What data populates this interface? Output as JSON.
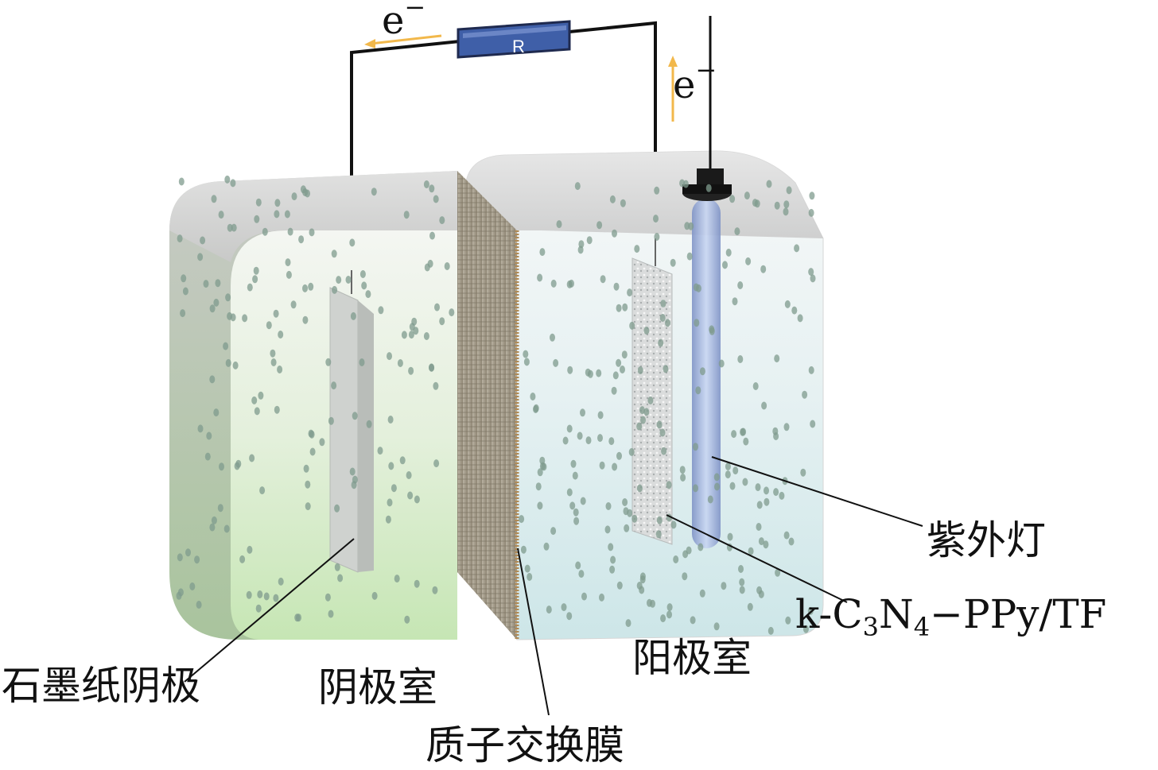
{
  "resistor": {
    "label": "R",
    "color": "#3f5fa8"
  },
  "electron_flow": {
    "top_label": "e",
    "side_label": "e",
    "charge": "−",
    "arrow_color": "#f2b84b"
  },
  "labels": {
    "uv_lamp": "紫外灯",
    "photoanode_parts": [
      "k-C",
      "3",
      "N",
      "4",
      "−PPy/TF"
    ],
    "anode_chamber": "阳极室",
    "graphite_cathode": "石墨纸阴极",
    "cathode_chamber": "阴极室",
    "proton_exchange_membrane": "质子交换膜"
  },
  "colors": {
    "cathode_liquid": "#c9e8b8",
    "anode_liquid": "#d3ecef",
    "membrane": "#b08a55",
    "lamp": "#8ea6d8"
  }
}
